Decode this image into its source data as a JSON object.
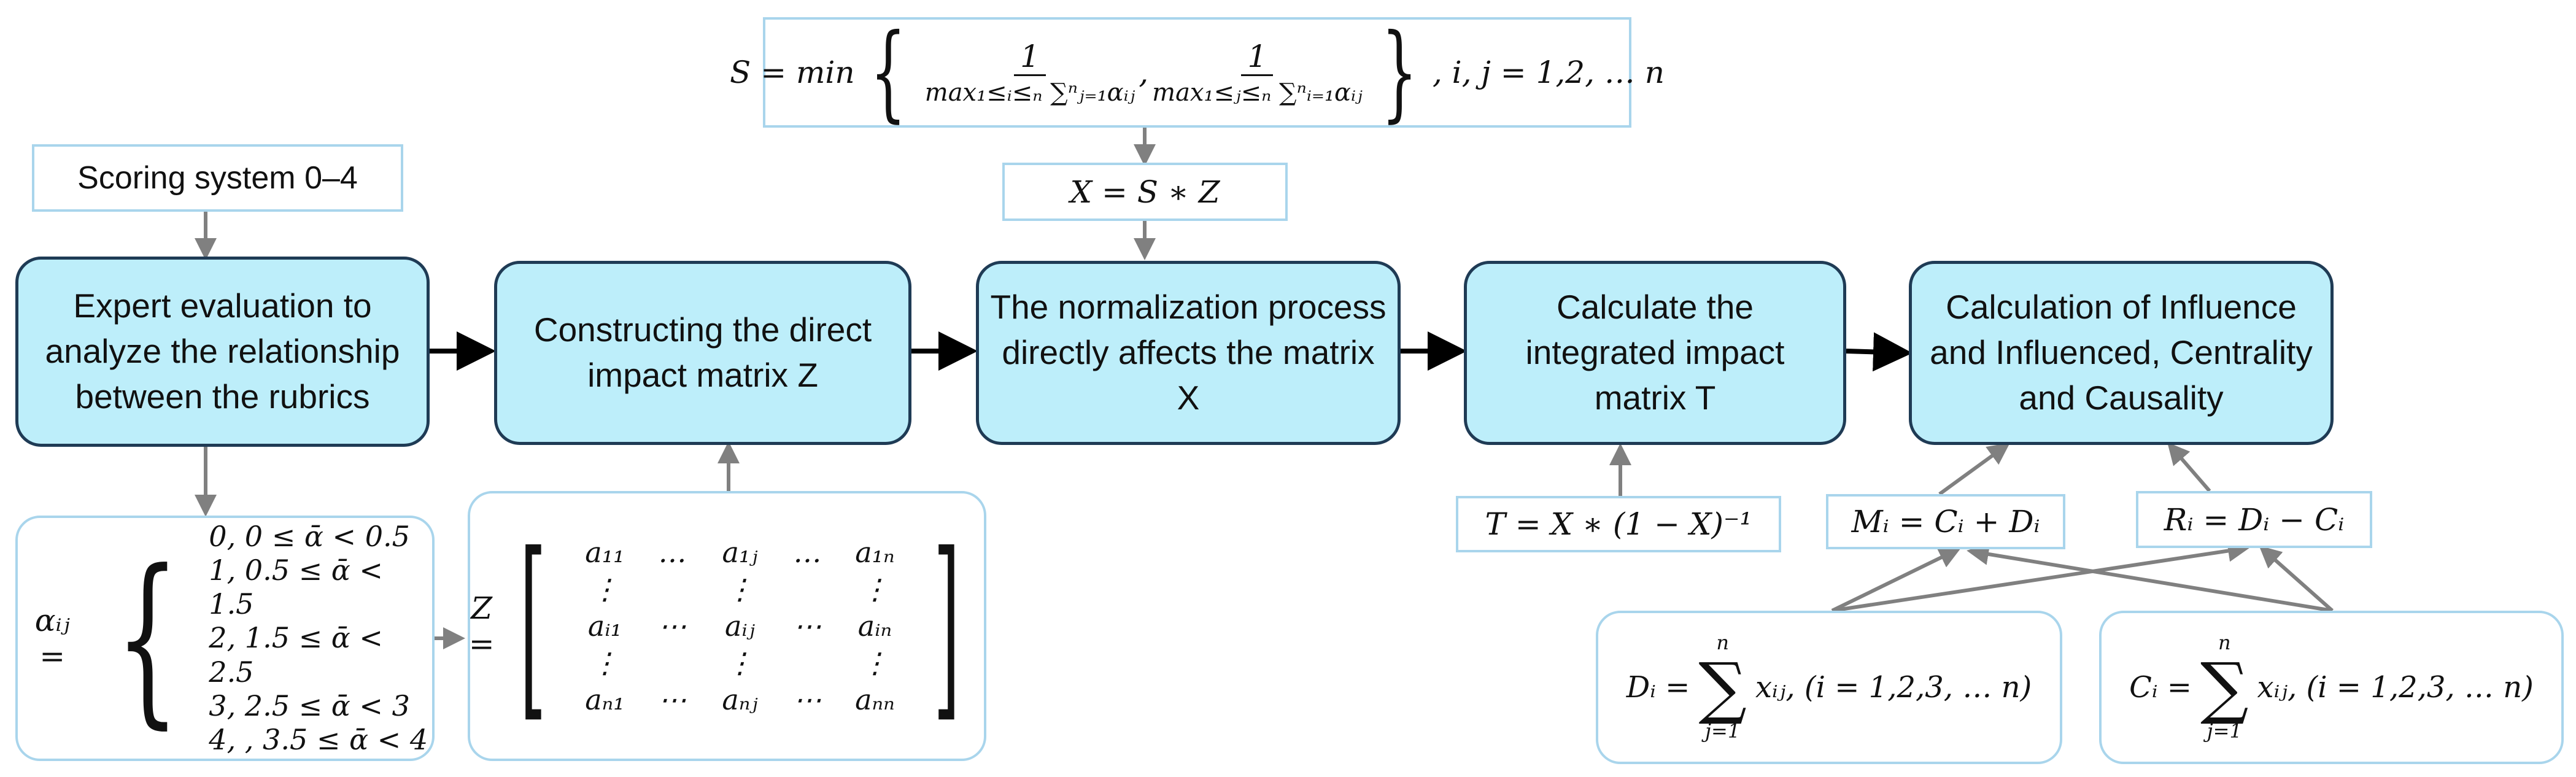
{
  "diagram": {
    "scoring_system": "Scoring system 0–4",
    "s_formula": {
      "lhs": "S = min",
      "frac1_num": "1",
      "frac1_den": "max₁≤ᵢ≤ₙ ∑ⁿⱼ₌₁αᵢⱼ",
      "frac2_num": "1",
      "frac2_den": "max₁≤ⱼ≤ₙ ∑ⁿᵢ₌₁αᵢⱼ",
      "tail": ", i, j = 1,2, … n"
    },
    "x_formula": "X = S ∗ Z",
    "steps": [
      "Expert evaluation to analyze the relationship between the rubrics",
      "Constructing the direct impact matrix Z",
      "The normalization process directly affects the matrix X",
      "Calculate the integrated impact matrix T",
      "Calculation of Influence and Influenced, Centrality and Causality"
    ],
    "t_formula": "T = X ∗ (1 − X)⁻¹",
    "m_formula": "Mᵢ = Cᵢ + Dᵢ",
    "r_formula": "Rᵢ = Dᵢ − Cᵢ",
    "alpha_formula": {
      "lhs": "αᵢⱼ =",
      "cases": [
        "0, 0 ≤ ᾱ < 0.5",
        "1, 0.5 ≤ ᾱ < 1.5",
        "2, 1.5 ≤ ᾱ < 2.5",
        "3, 2.5 ≤ ᾱ < 3",
        "4, , 3.5 ≤ ᾱ < 4"
      ]
    },
    "z_matrix": {
      "lhs": "Z =",
      "cells": [
        "a₁₁",
        "…",
        "a₁ⱼ",
        "…",
        "a₁ₙ",
        "⋮",
        "",
        "⋮",
        "",
        "⋮",
        "aᵢ₁",
        "⋯",
        "aᵢⱼ",
        "⋯",
        "aᵢₙ",
        "⋮",
        "",
        "⋮",
        "",
        "⋮",
        "aₙ₁",
        "⋯",
        "aₙⱼ",
        "⋯",
        "aₙₙ"
      ]
    },
    "d_formula": {
      "lhs": "Dᵢ =",
      "sigma_top": "n",
      "sigma_bottom": "j=1",
      "rhs": "xᵢⱼ, (i = 1,2,3, … n)"
    },
    "c_formula": {
      "lhs": "Cᵢ =",
      "sigma_top": "n",
      "sigma_bottom": "j=1",
      "rhs": "xᵢⱼ, (i = 1,2,3, … n)"
    }
  },
  "colors": {
    "process_fill": "#bdeefa",
    "process_border": "#1f3b55",
    "formula_border": "#a9d5ec",
    "arrow_dark": "#000000",
    "arrow_gray": "#808080"
  }
}
